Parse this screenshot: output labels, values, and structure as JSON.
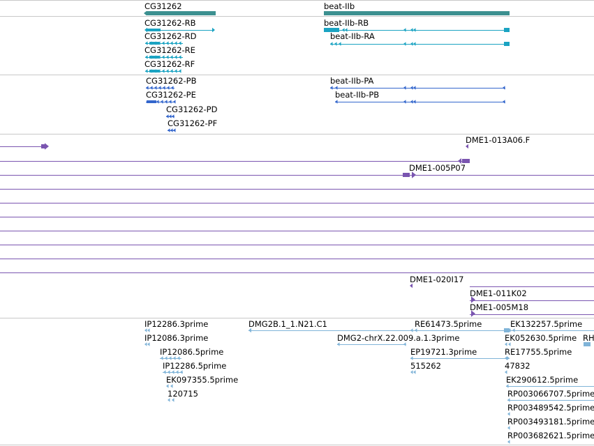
{
  "colors": {
    "gene": "#3c9090",
    "transcript": "#1aa3c2",
    "protein": "#3366cc",
    "clone": "#7a55b0",
    "est": "#80b4d8",
    "divider": "#c8c8c8"
  },
  "tracks": {
    "genes": {
      "features": [
        {
          "label": "CG31262"
        },
        {
          "label": "beat-IIb"
        }
      ]
    },
    "transcripts": {
      "features": [
        {
          "label": "CG31262-RB"
        },
        {
          "label": "CG31262-RD"
        },
        {
          "label": "CG31262-RE"
        },
        {
          "label": "CG31262-RF"
        },
        {
          "label": "beat-IIb-RB"
        },
        {
          "label": "beat-IIb-RA"
        }
      ]
    },
    "proteins": {
      "features": [
        {
          "label": "CG31262-PB"
        },
        {
          "label": "CG31262-PE"
        },
        {
          "label": "CG31262-PD"
        },
        {
          "label": "CG31262-PF"
        },
        {
          "label": "beat-IIb-PA"
        },
        {
          "label": "beat-IIb-PB"
        }
      ]
    },
    "clones": {
      "features": [
        {
          "label": "DME1-013A06.F"
        },
        {
          "label": "DME1-005P07"
        },
        {
          "label": "DME1-020I17"
        },
        {
          "label": "DME1-011K02"
        },
        {
          "label": "DME1-005M18"
        }
      ]
    },
    "ests": {
      "features": [
        {
          "label": "IP12286.3prime"
        },
        {
          "label": "IP12086.3prime"
        },
        {
          "label": "IP12086.5prime"
        },
        {
          "label": "IP12286.5prime"
        },
        {
          "label": "EK097355.5prime"
        },
        {
          "label": "120715"
        },
        {
          "label": "DMG2B.1_1.N21.C1"
        },
        {
          "label": "DMG2-chrX.22.009.a.1.3prime"
        },
        {
          "label": "RE61473.5prime"
        },
        {
          "label": "EP19721.3prime"
        },
        {
          "label": "515262"
        },
        {
          "label": "EK132257.5prime"
        },
        {
          "label": "EK052630.5prime"
        },
        {
          "label": "RH"
        },
        {
          "label": "RE17755.5prime"
        },
        {
          "label": "47832"
        },
        {
          "label": "EK290612.5prime"
        },
        {
          "label": "RP003066707.5prime"
        },
        {
          "label": "RP003489542.5prime"
        },
        {
          "label": "RP003493181.5prime"
        },
        {
          "label": "RP003682621.5prime"
        }
      ]
    }
  }
}
